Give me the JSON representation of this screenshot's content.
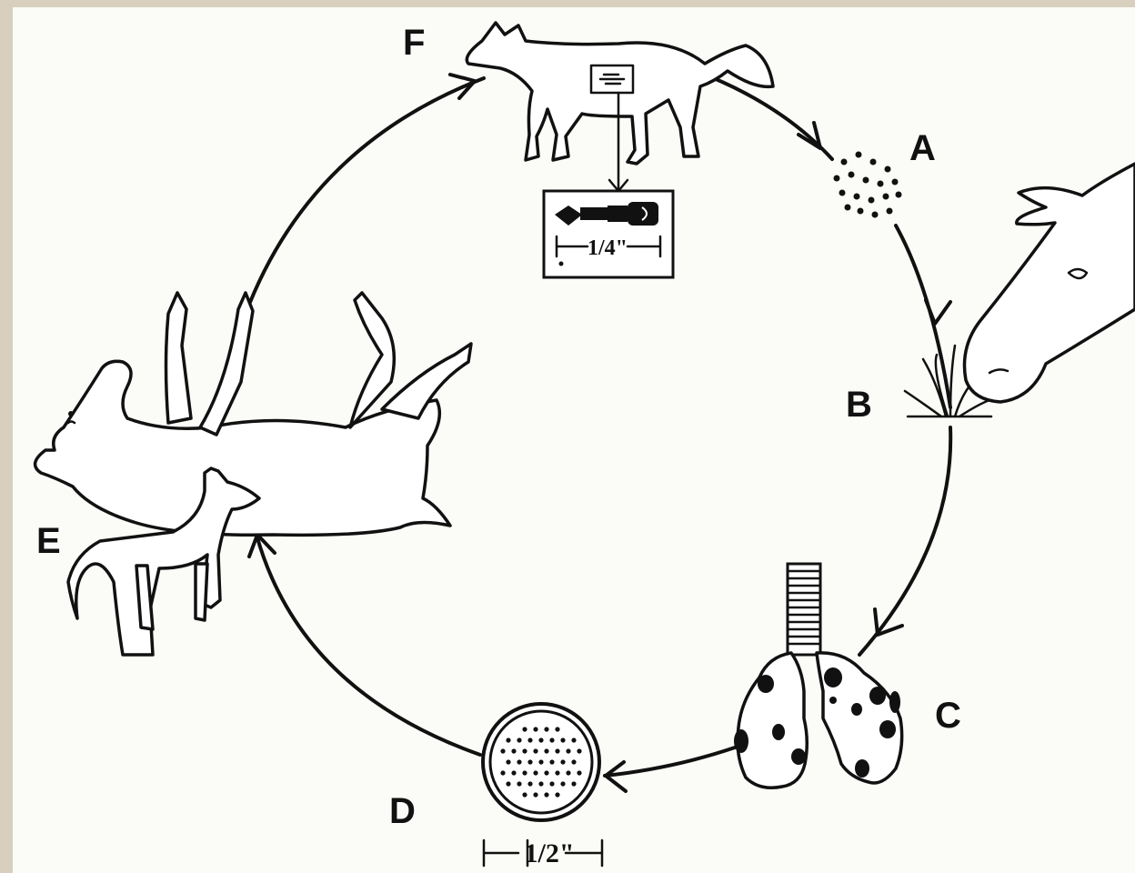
{
  "diagram": {
    "stages": {
      "a": "A",
      "b": "B",
      "c": "C",
      "d": "D",
      "e": "E",
      "f": "F"
    },
    "scale_tapeworm": "1/4\"",
    "scale_cyst": "1/2\""
  }
}
